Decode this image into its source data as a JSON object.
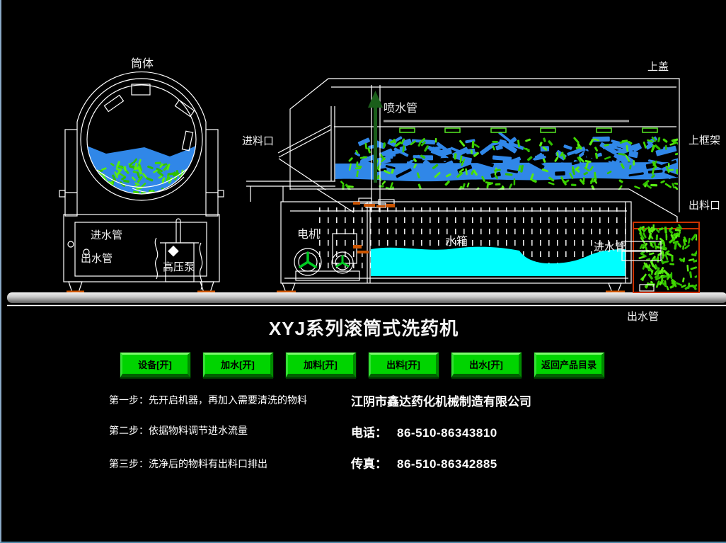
{
  "window": {
    "bg": "#000000",
    "border_color": "#7ca3c2"
  },
  "title": "XYJ系列滚筒式洗药机",
  "diagram": {
    "left_machine": {
      "drum_label": "筒体",
      "inlet_label": "进水管",
      "outlet_label": "出水管",
      "pump_label": "高压泵"
    },
    "right_machine": {
      "top_cover_label": "上盖",
      "spray_label": "喷水管",
      "feed_label": "进料口",
      "frame_label": "上框架",
      "discharge_label": "出料口",
      "motor_label": "电机",
      "tank_label": "水箱",
      "inlet_label": "进水管",
      "outlet_label": "出水管"
    },
    "colors": {
      "water": "#3087E8",
      "tank": "#00FFFF",
      "particles": "#3FD600",
      "nozzles": "#55E822",
      "arrow": "#1A5E1A",
      "chute_box": "#CC3300",
      "fittings_orange": "#CC5500",
      "motor_green": "#00CC22"
    }
  },
  "buttons": [
    {
      "label": "设备[开]"
    },
    {
      "label": "加水[开]"
    },
    {
      "label": "加料[开]"
    },
    {
      "label": "出料[开]"
    },
    {
      "label": "出水[开]"
    },
    {
      "label": "返回产品目录"
    }
  ],
  "steps": [
    "第一步：先开启机器，再加入需要清洗的物料",
    "第二步：依据物料调节进水流量",
    "第三步：洗净后的物料有出料口排出"
  ],
  "company": {
    "name": "江阴市鑫达药化机械制造有限公司",
    "phone_label": "电话：",
    "phone": "86-510-86343810",
    "fax_label": "传真：",
    "fax": "86-510-86342885"
  }
}
